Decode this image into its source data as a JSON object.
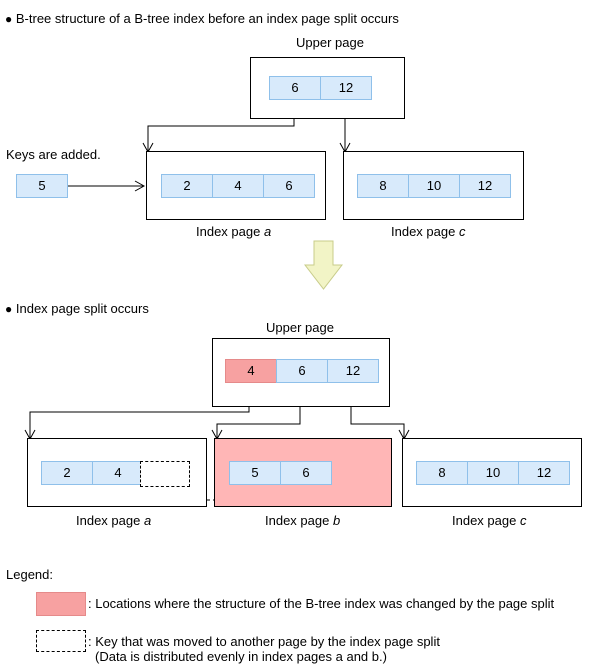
{
  "section1": {
    "heading": "B-tree structure of a B-tree index before an index page split occurs",
    "upper_page_label": "Upper page",
    "upper_keys": [
      "6",
      "12"
    ],
    "keys_added_label": "Keys are added.",
    "added_key": "5",
    "page_a_keys": [
      "2",
      "4",
      "6"
    ],
    "page_a_label_prefix": "Index page ",
    "page_a_label_letter": "a",
    "page_c_keys": [
      "8",
      "10",
      "12"
    ],
    "page_c_label_prefix": "Index page ",
    "page_c_label_letter": "c"
  },
  "section2": {
    "heading": "Index page split occurs",
    "upper_page_label": "Upper page",
    "upper_keys": [
      "4",
      "6",
      "12"
    ],
    "page_a_keys": [
      "2",
      "4"
    ],
    "page_a_label_prefix": "Index page ",
    "page_a_label_letter": "a",
    "page_b_keys": [
      "5",
      "6"
    ],
    "page_b_label_prefix": "Index page ",
    "page_b_label_letter": "b",
    "page_c_keys": [
      "8",
      "10",
      "12"
    ],
    "page_c_label_prefix": "Index page ",
    "page_c_label_letter": "c"
  },
  "legend": {
    "title": "Legend:",
    "changed_text": ": Locations where the structure of the B-tree index was changed by the page split",
    "moved_text_line1": ": Key that was moved to another page by the index page split",
    "moved_text_line2": "(Data is distributed evenly in index pages a and b.)"
  },
  "colors": {
    "key_cell_fill": "#d8eafb",
    "key_cell_border": "#8fc0ea",
    "changed_fill": "#ffb6b6",
    "changed_key_fill": "#f7a1a1",
    "transition_arrow_fill": "#f2f4c6"
  }
}
